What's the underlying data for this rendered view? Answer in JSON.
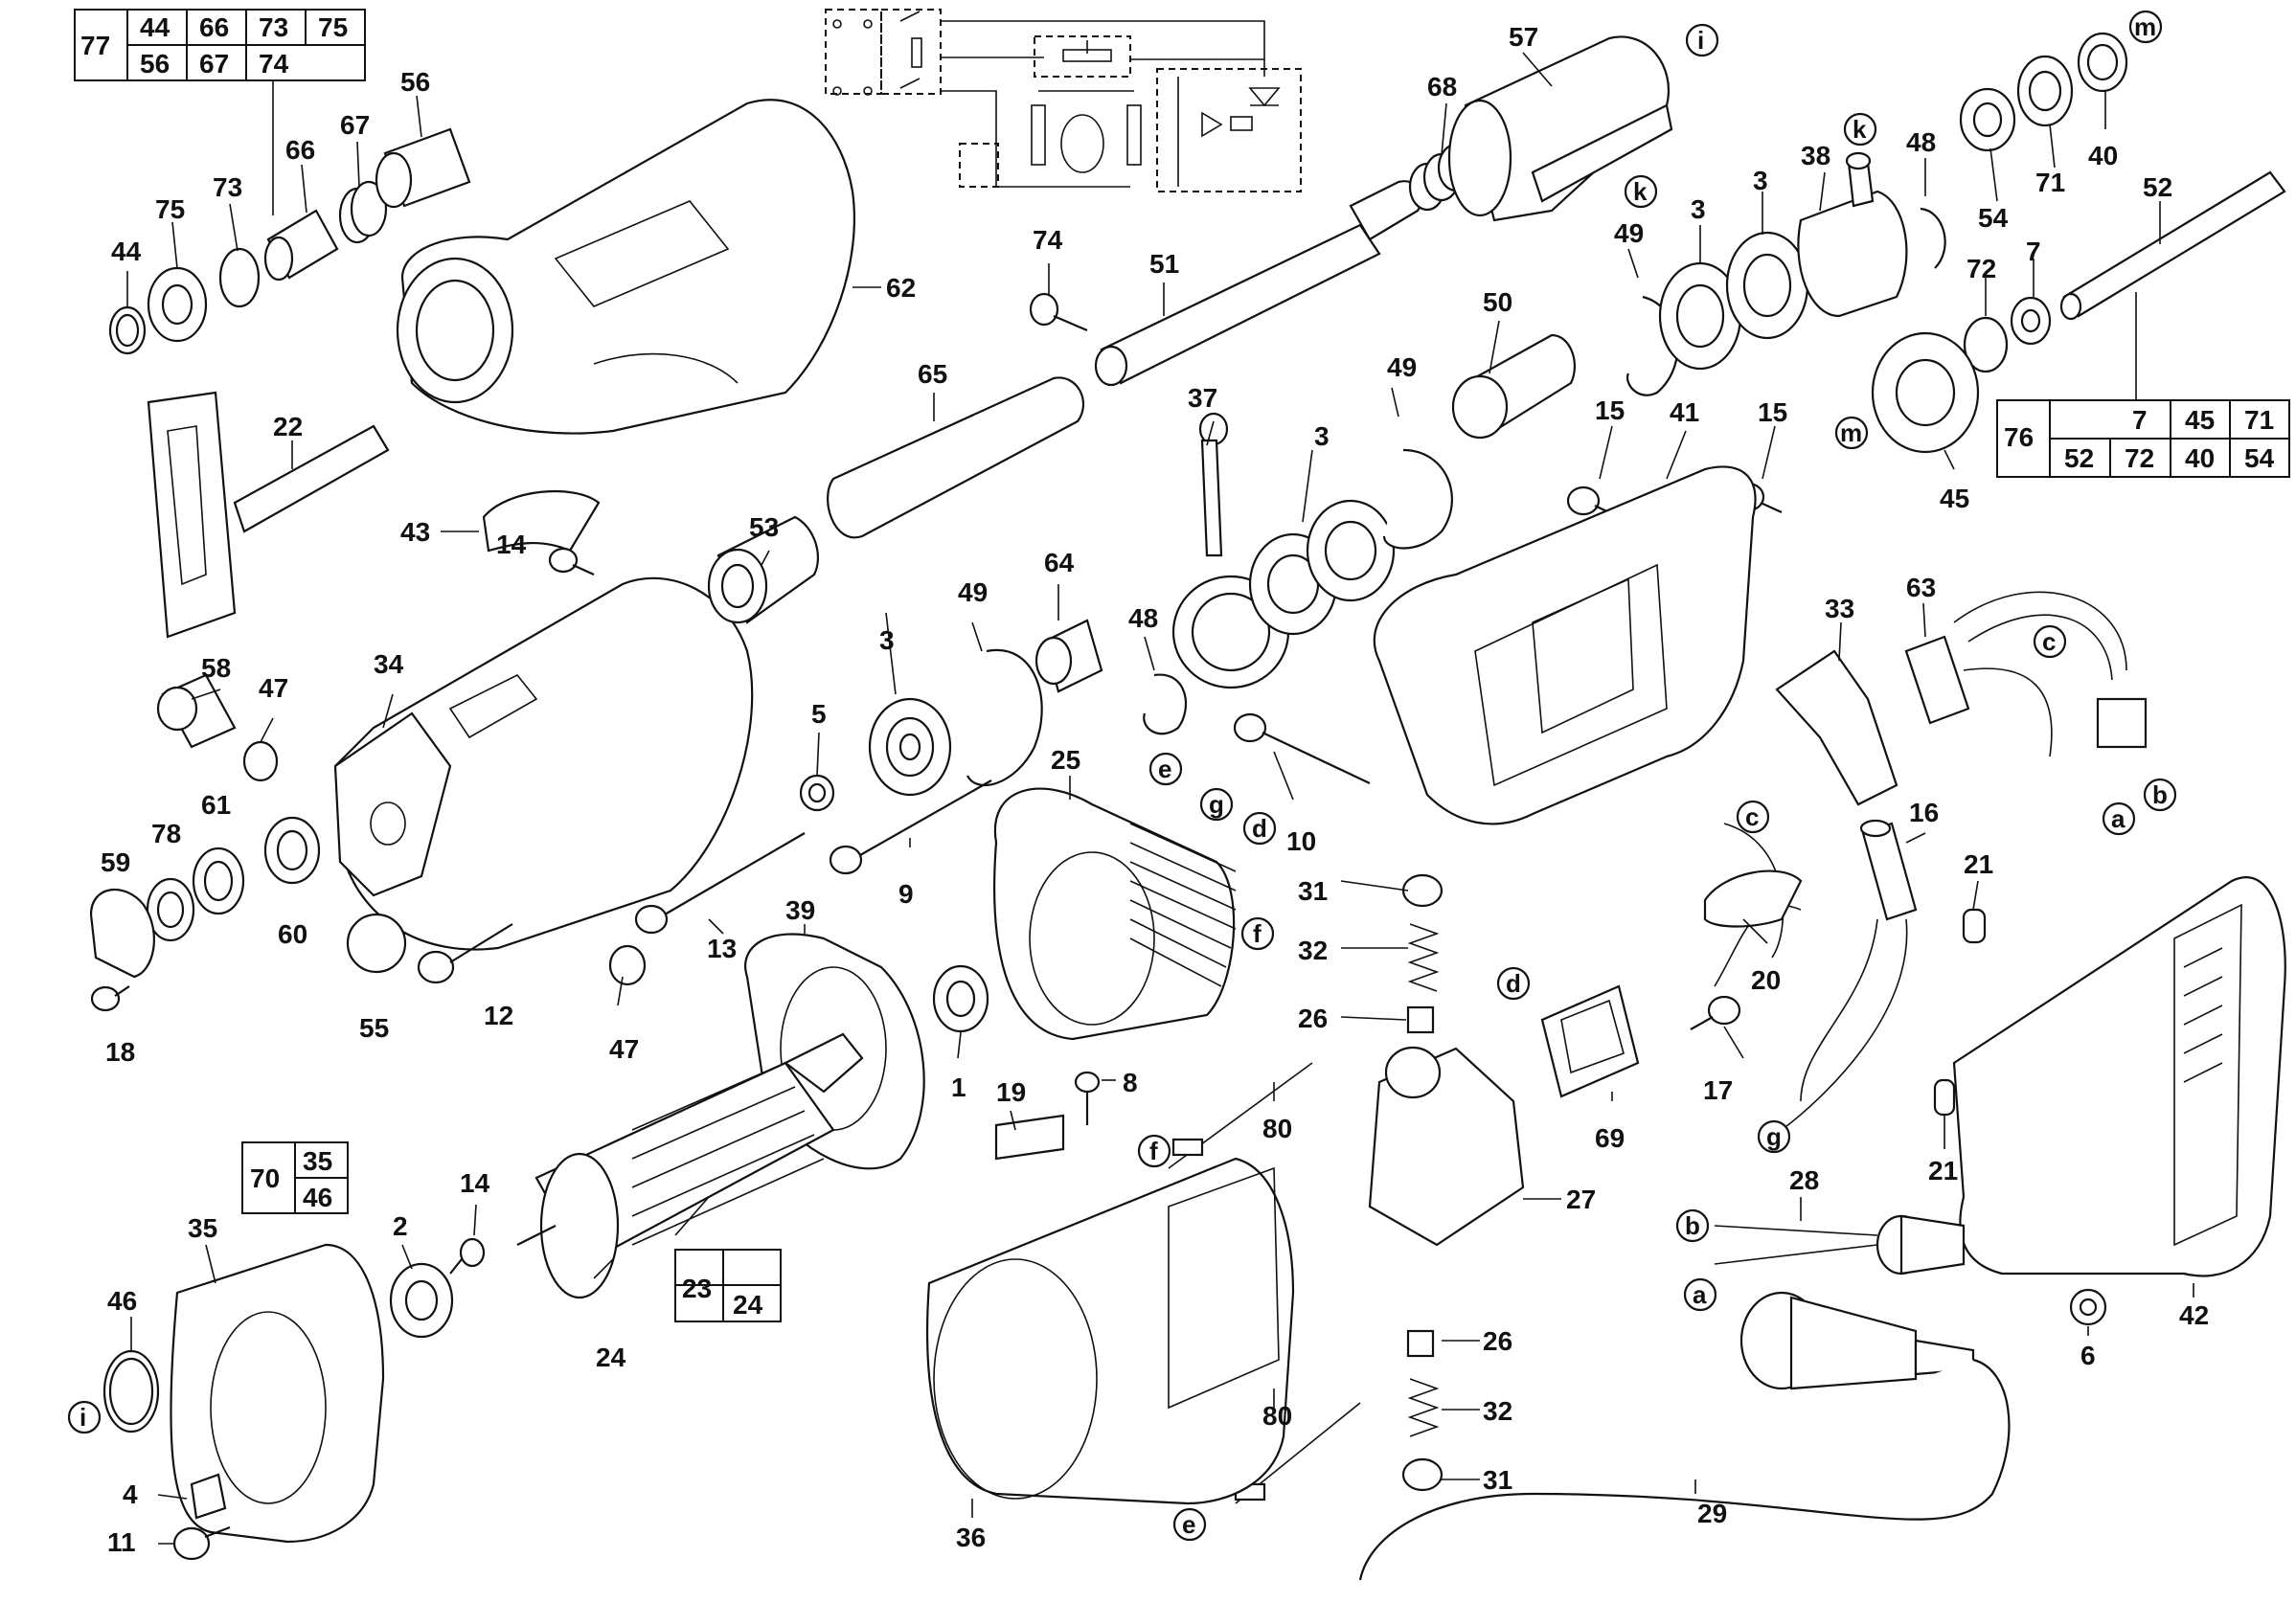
{
  "figure": {
    "type": "exploded parts diagram",
    "callouts": [
      {
        "id": "c77",
        "text": "77"
      },
      {
        "id": "c44a",
        "text": "44"
      },
      {
        "id": "c66a",
        "text": "66"
      },
      {
        "id": "c73a",
        "text": "73"
      },
      {
        "id": "c75a",
        "text": "75"
      },
      {
        "id": "c56a",
        "text": "56"
      },
      {
        "id": "c67a",
        "text": "67"
      },
      {
        "id": "c74a",
        "text": "74"
      },
      {
        "id": "p56",
        "text": "56"
      },
      {
        "id": "p67",
        "text": "67"
      },
      {
        "id": "p66",
        "text": "66"
      },
      {
        "id": "p73",
        "text": "73"
      },
      {
        "id": "p75",
        "text": "75"
      },
      {
        "id": "p44",
        "text": "44"
      },
      {
        "id": "p62",
        "text": "62"
      },
      {
        "id": "p22",
        "text": "22"
      },
      {
        "id": "p43",
        "text": "43"
      },
      {
        "id": "p14a",
        "text": "14"
      },
      {
        "id": "p58",
        "text": "58"
      },
      {
        "id": "p47a",
        "text": "47"
      },
      {
        "id": "p34",
        "text": "34"
      },
      {
        "id": "p61",
        "text": "61"
      },
      {
        "id": "p78",
        "text": "78"
      },
      {
        "id": "p60",
        "text": "60"
      },
      {
        "id": "p59",
        "text": "59"
      },
      {
        "id": "p18",
        "text": "18"
      },
      {
        "id": "p55",
        "text": "55"
      },
      {
        "id": "p12",
        "text": "12"
      },
      {
        "id": "p47b",
        "text": "47"
      },
      {
        "id": "p13",
        "text": "13"
      },
      {
        "id": "p74",
        "text": "74"
      },
      {
        "id": "p51",
        "text": "51"
      },
      {
        "id": "p65",
        "text": "65"
      },
      {
        "id": "p53",
        "text": "53"
      },
      {
        "id": "p5",
        "text": "5"
      },
      {
        "id": "p3a",
        "text": "3"
      },
      {
        "id": "p49a",
        "text": "49"
      },
      {
        "id": "p64",
        "text": "64"
      },
      {
        "id": "p48a",
        "text": "48"
      },
      {
        "id": "p9",
        "text": "9"
      },
      {
        "id": "p39",
        "text": "39"
      },
      {
        "id": "p1",
        "text": "1"
      },
      {
        "id": "p25",
        "text": "25"
      },
      {
        "id": "p10",
        "text": "10"
      },
      {
        "id": "p37",
        "text": "37"
      },
      {
        "id": "p3b",
        "text": "3"
      },
      {
        "id": "p49b",
        "text": "49"
      },
      {
        "id": "p50",
        "text": "50"
      },
      {
        "id": "p49c",
        "text": "49"
      },
      {
        "id": "p68",
        "text": "68"
      },
      {
        "id": "p57",
        "text": "57"
      },
      {
        "id": "p3c",
        "text": "3"
      },
      {
        "id": "p3d",
        "text": "3"
      },
      {
        "id": "p38",
        "text": "38"
      },
      {
        "id": "p48b",
        "text": "48"
      },
      {
        "id": "p54",
        "text": "54"
      },
      {
        "id": "p71",
        "text": "71"
      },
      {
        "id": "p40",
        "text": "40"
      },
      {
        "id": "p52",
        "text": "52"
      },
      {
        "id": "p72",
        "text": "72"
      },
      {
        "id": "p7",
        "text": "7"
      },
      {
        "id": "p45",
        "text": "45"
      },
      {
        "id": "p15a",
        "text": "15"
      },
      {
        "id": "p41",
        "text": "41"
      },
      {
        "id": "p15b",
        "text": "15"
      },
      {
        "id": "p33",
        "text": "33"
      },
      {
        "id": "p63",
        "text": "63"
      },
      {
        "id": "p16",
        "text": "16"
      },
      {
        "id": "p21a",
        "text": "21"
      },
      {
        "id": "p21b",
        "text": "21"
      },
      {
        "id": "p20",
        "text": "20"
      },
      {
        "id": "p17",
        "text": "17"
      },
      {
        "id": "p69",
        "text": "69"
      },
      {
        "id": "p31a",
        "text": "31"
      },
      {
        "id": "p32a",
        "text": "32"
      },
      {
        "id": "p26a",
        "text": "26"
      },
      {
        "id": "p27",
        "text": "27"
      },
      {
        "id": "p26b",
        "text": "26"
      },
      {
        "id": "p32b",
        "text": "32"
      },
      {
        "id": "p31b",
        "text": "31"
      },
      {
        "id": "p80a",
        "text": "80"
      },
      {
        "id": "p80b",
        "text": "80"
      },
      {
        "id": "p8",
        "text": "8"
      },
      {
        "id": "p19",
        "text": "19"
      },
      {
        "id": "p36",
        "text": "36"
      },
      {
        "id": "p28",
        "text": "28"
      },
      {
        "id": "p42",
        "text": "42"
      },
      {
        "id": "p6",
        "text": "6"
      },
      {
        "id": "p29",
        "text": "29"
      },
      {
        "id": "p35",
        "text": "35"
      },
      {
        "id": "p46",
        "text": "46"
      },
      {
        "id": "p2",
        "text": "2"
      },
      {
        "id": "p14b",
        "text": "14"
      },
      {
        "id": "p24",
        "text": "24"
      },
      {
        "id": "p4",
        "text": "4"
      },
      {
        "id": "p11",
        "text": "11"
      }
    ],
    "circled_letters": [
      {
        "id": "ci",
        "text": "i"
      },
      {
        "id": "ck1",
        "text": "k"
      },
      {
        "id": "ck2",
        "text": "k"
      },
      {
        "id": "cm1",
        "text": "m"
      },
      {
        "id": "cm2",
        "text": "m"
      },
      {
        "id": "cc1",
        "text": "c"
      },
      {
        "id": "cc2",
        "text": "c"
      },
      {
        "id": "ca1",
        "text": "a"
      },
      {
        "id": "cb1",
        "text": "b"
      },
      {
        "id": "cd1",
        "text": "d"
      },
      {
        "id": "cd2",
        "text": "d"
      },
      {
        "id": "ce1",
        "text": "e"
      },
      {
        "id": "ce2",
        "text": "e"
      },
      {
        "id": "cf1",
        "text": "f"
      },
      {
        "id": "cf2",
        "text": "f"
      },
      {
        "id": "cg1",
        "text": "g"
      },
      {
        "id": "cg2",
        "text": "g"
      },
      {
        "id": "cb2",
        "text": "b"
      },
      {
        "id": "ca2",
        "text": "a"
      },
      {
        "id": "ci2",
        "text": "i"
      }
    ],
    "kit_tables": [
      {
        "id": "kit77",
        "header": "77",
        "rows": [
          [
            "44",
            "66",
            "73",
            "75"
          ],
          [
            "56",
            "67",
            "74",
            ""
          ]
        ]
      },
      {
        "id": "kit76",
        "header": "76",
        "rows": [
          [
            "",
            "7",
            "45",
            "71"
          ],
          [
            "52",
            "72",
            "40",
            "54"
          ]
        ]
      },
      {
        "id": "kit70",
        "header": "70",
        "rows": [
          [
            "35"
          ],
          [
            "46"
          ]
        ]
      },
      {
        "id": "kit23",
        "header": "23",
        "rows": [
          [
            "",
            ""
          ],
          [
            "",
            "24"
          ]
        ]
      }
    ]
  }
}
